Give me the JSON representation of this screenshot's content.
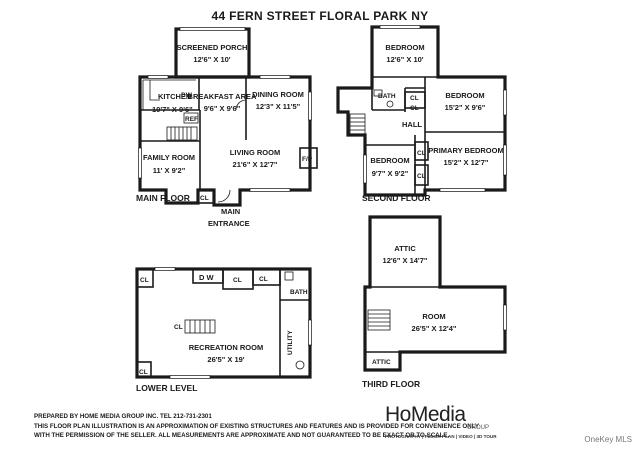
{
  "title": "44 FERN STREET FLORAL PARK NY",
  "sections": {
    "main": "MAIN FLOOR",
    "second": "SECOND FLOOR",
    "lower": "LOWER LEVEL",
    "third": "THIRD FLOOR"
  },
  "main_floor": {
    "screened_porch": {
      "name": "SCREENED PORCH",
      "dims": "12'6\" X 10'"
    },
    "kitchen": {
      "name": "KITCHEN",
      "dims": "10'7\" X 9'6\""
    },
    "breakfast": {
      "name": "BREAKFAST AREA",
      "dims": "9'6\" X 9'6\""
    },
    "dining": {
      "name": "DINING ROOM",
      "dims": "12'3\" X 11'5\""
    },
    "living": {
      "name": "LIVING ROOM",
      "dims": "21'6\" X 12'7\""
    },
    "family": {
      "name": "FAMILY ROOM",
      "dims": "11' X 9'2\""
    },
    "dw": "DW",
    "ref": "REF",
    "fp": "F/P",
    "cl": "CL",
    "entrance_1": "MAIN",
    "entrance_2": "ENTRANCE"
  },
  "second_floor": {
    "bedroom_top": {
      "name": "BEDROOM",
      "dims": "12'6\" X 10'"
    },
    "bedroom_right": {
      "name": "BEDROOM",
      "dims": "15'2\" X 9'6\""
    },
    "primary": {
      "name": "PRIMARY BEDROOM",
      "dims": "15'2\" X 12'7\""
    },
    "bedroom_left": {
      "name": "BEDROOM",
      "dims": "9'7\" X 9'2\""
    },
    "bath": "BATH",
    "hall": "HALL",
    "cl": "CL"
  },
  "lower_level": {
    "recreation": {
      "name": "RECREATION ROOM",
      "dims": "26'5\" X 19'"
    },
    "dw": "D W",
    "bath": "BATH",
    "utility": "UTILITY",
    "cl": "CL"
  },
  "third_floor": {
    "attic_top": {
      "name": "ATTIC",
      "dims": "12'6\" X 14'7\""
    },
    "room": {
      "name": "ROOM",
      "dims": "26'5\" X 12'4\""
    },
    "attic_small": "ATTIC"
  },
  "disclaimer": {
    "line1": "PREPARED  BY  HOME MEDIA GROUP INC.  TEL 212-731-2301",
    "line2": "THIS FLOOR PLAN ILLUSTRATION IS AN APPROXIMATION OF EXISTING STRUCTURES AND FEATURES AND IS PROVIDED FOR CONVENIENCE ONLY",
    "line3": "WITH THE PERMISSION OF THE SELLER. ALL MEASUREMENTS ARE APPROXIMATE AND NOT GUARANTEED TO BE EXACT OR TO SCALE."
  },
  "logo": {
    "brand": "HoMedia",
    "group": "GROUP",
    "tagline": "PHOTOGRAPHY | FLOOR PLAN | VIDEO | 3D TOUR"
  },
  "credit": "OneKey MLS"
}
